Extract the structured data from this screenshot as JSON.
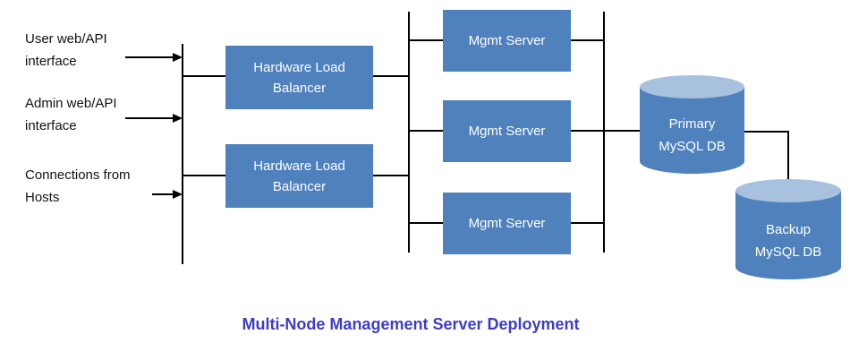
{
  "title": "Multi-Node Management Server Deployment",
  "colors": {
    "node_fill": "#4f81bd",
    "cylinder_top": "#a7c1df",
    "node_text": "#ffffff",
    "label_text": "#111111",
    "line": "#000000",
    "title_text": "#3d3dc8"
  },
  "external_inputs": [
    {
      "lines": [
        "User web/API",
        "interface"
      ]
    },
    {
      "lines": [
        "Admin web/API",
        "interface"
      ]
    },
    {
      "lines": [
        "Connections from",
        "Hosts"
      ]
    }
  ],
  "load_balancers": [
    {
      "lines": [
        "Hardware Load",
        "Balancer"
      ]
    },
    {
      "lines": [
        "Hardware Load",
        "Balancer"
      ]
    }
  ],
  "mgmt_servers": [
    {
      "label": "Mgmt Server"
    },
    {
      "label": "Mgmt Server"
    },
    {
      "label": "Mgmt Server"
    }
  ],
  "databases": [
    {
      "lines": [
        "Primary",
        "MySQL DB"
      ]
    },
    {
      "lines": [
        "Backup",
        "MySQL DB"
      ]
    }
  ]
}
